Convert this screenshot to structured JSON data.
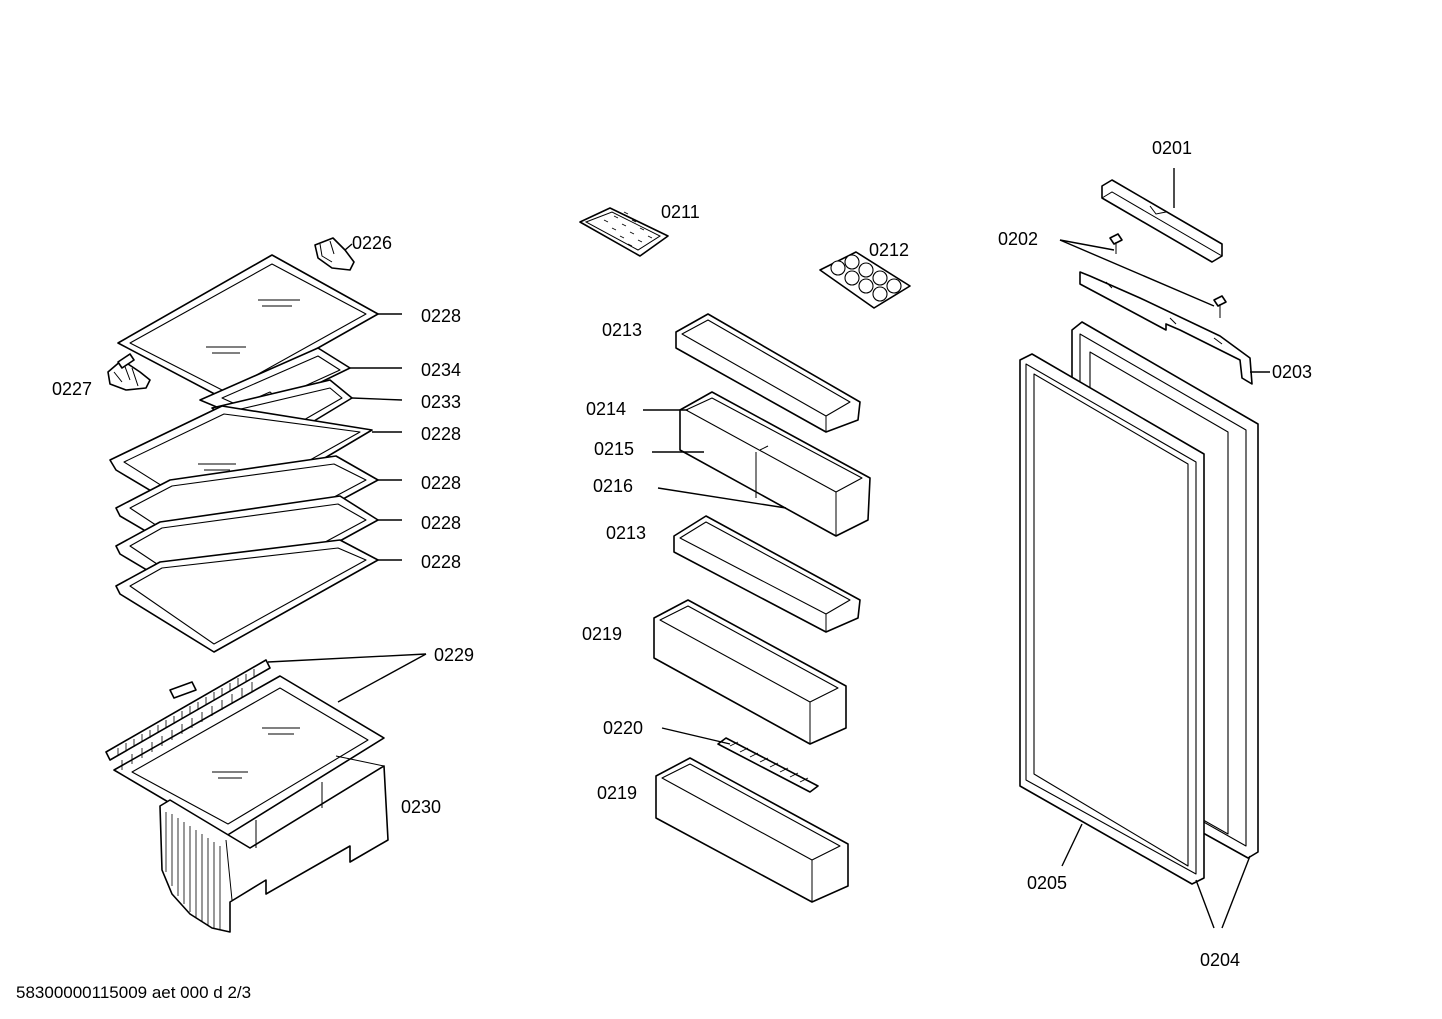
{
  "labels": {
    "p0201": "0201",
    "p0202": "0202",
    "p0203": "0203",
    "p0204": "0204",
    "p0205": "0205",
    "p0211": "0211",
    "p0212": "0212",
    "p0213a": "0213",
    "p0213b": "0213",
    "p0214": "0214",
    "p0215": "0215",
    "p0216": "0216",
    "p0219a": "0219",
    "p0219b": "0219",
    "p0220": "0220",
    "p0226": "0226",
    "p0227": "0227",
    "p0228a": "0228",
    "p0228b": "0228",
    "p0228c": "0228",
    "p0228d": "0228",
    "p0228e": "0228",
    "p0229": "0229",
    "p0230": "0230",
    "p0233": "0233",
    "p0234": "0234"
  },
  "footer": "58300000115009 aet 000 d 2/3"
}
